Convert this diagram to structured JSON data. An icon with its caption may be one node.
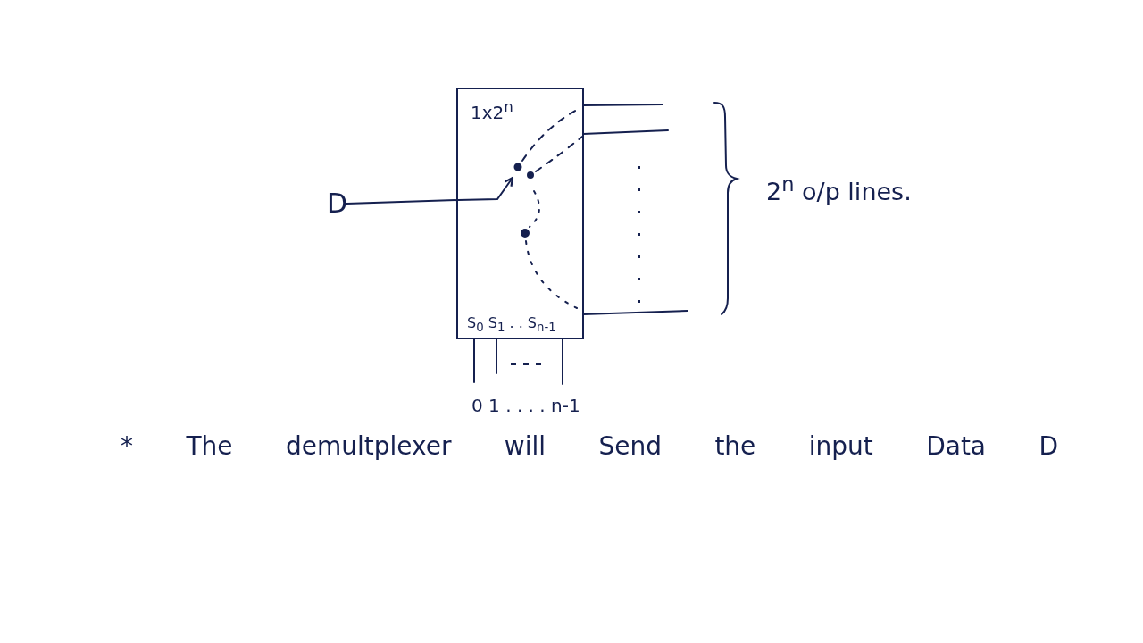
{
  "diagram": {
    "nodes": [
      {
        "text": [
          "D"
        ]
      },
      {
        "text": [
          "1x2$^{n}$",
          "S$_{0}$ S$_{1}$ . . S$_{n-1}$"
        ]
      }
    ],
    "edges": [
      {
        "from": 0,
        "to": 1,
        "arrow": "none"
      },
      {
        "from": 1,
        "to": null,
        "arrow": "none"
      },
      {
        "from": 1,
        "to": null,
        "arrow": "none"
      },
      {
        "from": 1,
        "to": null,
        "arrow": "none"
      },
      {
        "from": null,
        "to": 1,
        "arrow": "none"
      },
      {
        "from": null,
        "to": 1,
        "arrow": "none"
      },
      {
        "from": null,
        "to": 1,
        "arrow": "none"
      }
    ],
    "labels": [
      "2$^{n}$ o/p lines.",
      "0 1 . . . . n-1",
      "* The demultplexer will Send the input Data D"
    ]
  }
}
